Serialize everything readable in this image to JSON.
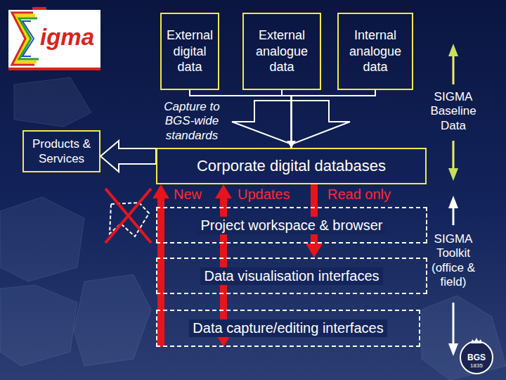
{
  "diagram": {
    "nodes": [
      {
        "text": [
          "External digital data"
        ]
      },
      {
        "text": [
          "External analogue data"
        ]
      },
      {
        "text": [
          "Internal analogue data"
        ]
      },
      {
        "text": [
          "Products & Services"
        ]
      },
      {
        "text": [
          "Corporate digital databases"
        ]
      },
      {
        "text": [
          "Project workspace & browser"
        ]
      },
      {
        "text": [
          "Data visualisation interfaces"
        ]
      },
      {
        "text": [
          "Data capture/editing interfaces"
        ]
      }
    ],
    "edges": [
      {
        "from": 0,
        "to": 4,
        "arrow": "to",
        "label": "Capture to BGS-wide standards"
      },
      {
        "from": 1,
        "to": 4,
        "arrow": "to"
      },
      {
        "from": 2,
        "to": 4,
        "arrow": "to"
      },
      {
        "from": 4,
        "to": 3,
        "arrow": "to"
      },
      {
        "from": 7,
        "to": 4,
        "arrow": "to",
        "label": "New"
      },
      {
        "from": 4,
        "to": 7,
        "arrow": "both",
        "label": "Updates"
      },
      {
        "from": 4,
        "to": 6,
        "arrow": "to",
        "label": "Read only"
      }
    ],
    "labels": [
      "igma",
      "SIGMA Baseline Data",
      "SIGMA Toolkit (office & field)",
      "BGS",
      "1835"
    ]
  }
}
